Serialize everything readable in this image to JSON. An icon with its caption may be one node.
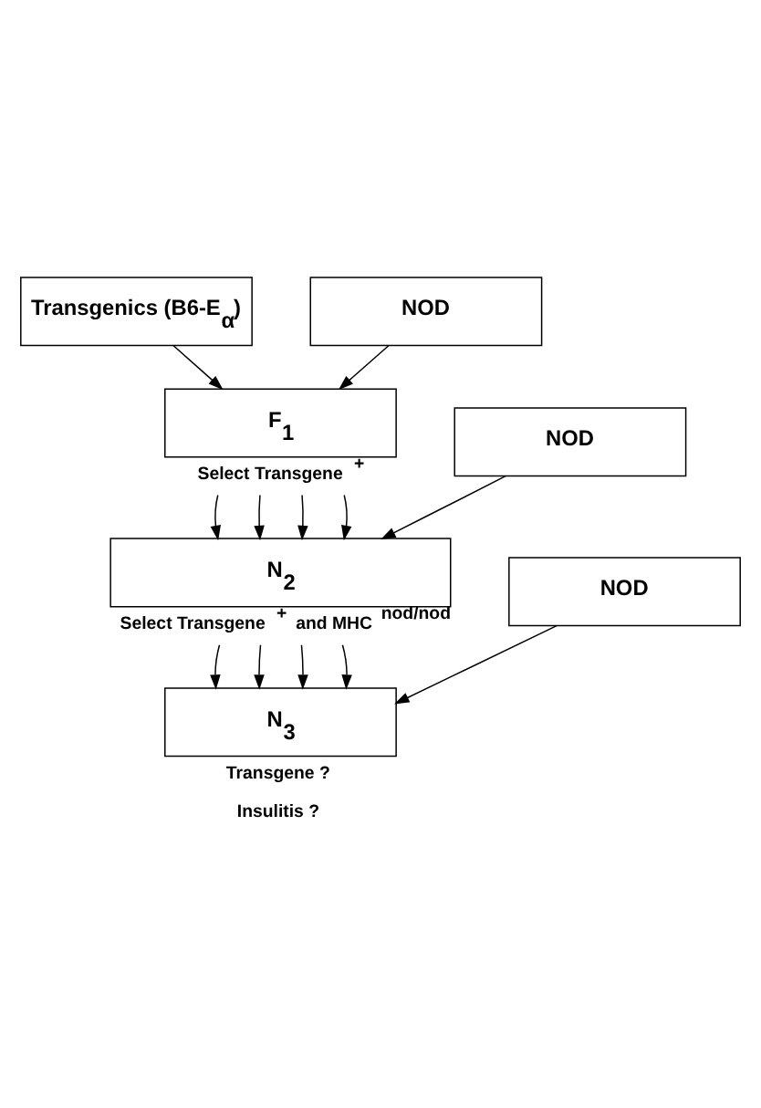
{
  "diagram": {
    "nodes": [
      {
        "text": [
          "Transgenics (B6-E$_{α}$)"
        ]
      },
      {
        "text": [
          "NOD"
        ]
      },
      {
        "text": [
          "F$_{1}$"
        ],
        "beside": [
          "Select Transgene $^{+}$"
        ]
      },
      {
        "text": [
          "NOD"
        ]
      },
      {
        "text": [
          "N$_{2}$"
        ],
        "beside": [
          "Select Transgene $^{+}$ and MHC $^{nod/nod}$"
        ]
      },
      {
        "text": [
          "NOD"
        ]
      },
      {
        "text": [
          "N$_{3}$"
        ],
        "beside": [
          "Transgene ?",
          "Insulitis ?"
        ]
      }
    ],
    "edges": [
      {
        "from": 0,
        "to": 2,
        "arrow": "to"
      },
      {
        "from": 1,
        "to": 2,
        "arrow": "to"
      },
      {
        "from": 2,
        "to": 4,
        "arrow": "to"
      },
      {
        "from": 2,
        "to": 4,
        "arrow": "to"
      },
      {
        "from": 2,
        "to": 4,
        "arrow": "to"
      },
      {
        "from": 2,
        "to": 4,
        "arrow": "to"
      },
      {
        "from": 3,
        "to": 4,
        "arrow": "to"
      },
      {
        "from": 4,
        "to": 6,
        "arrow": "to"
      },
      {
        "from": 4,
        "to": 6,
        "arrow": "to"
      },
      {
        "from": 4,
        "to": 6,
        "arrow": "to"
      },
      {
        "from": 4,
        "to": 6,
        "arrow": "to"
      },
      {
        "from": 5,
        "to": 6,
        "arrow": "to"
      }
    ]
  }
}
